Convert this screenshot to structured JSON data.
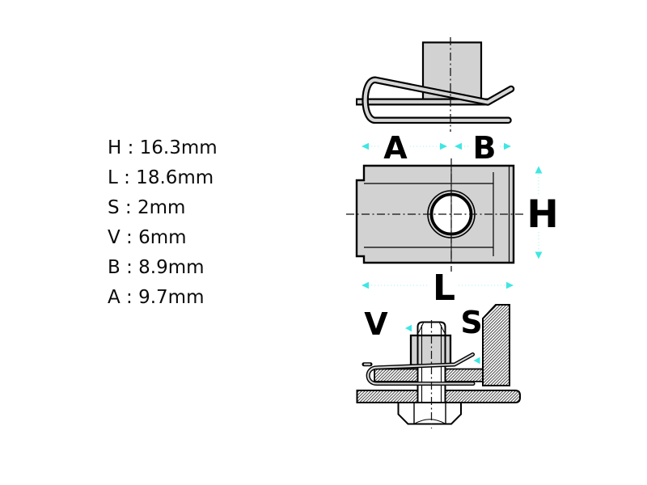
{
  "product": {
    "type_note": "technical drawing of sheet-metal clip nut (speed nut) with bolt installation section"
  },
  "dims": {
    "separator": " : ",
    "items": [
      {
        "label": "H",
        "value": "16.3mm",
        "text": "H : 16.3mm"
      },
      {
        "label": "L",
        "value": "18.6mm",
        "text": "L : 18.6mm"
      },
      {
        "label": "S",
        "value": "2mm",
        "text": "S : 2mm"
      },
      {
        "label": "V",
        "value": "6mm",
        "text": "V : 6mm"
      },
      {
        "label": "B",
        "value": "8.9mm",
        "text": "B : 8.9mm"
      },
      {
        "label": "A",
        "value": "9.7mm",
        "text": "A : 9.7mm"
      }
    ]
  },
  "views": {
    "side": {
      "label_a": "A",
      "label_b": "B"
    },
    "top": {
      "label_h": "H",
      "label_l": "L"
    },
    "section": {
      "label_v": "V",
      "label_s": "S"
    }
  },
  "colors": {
    "line": "#000000",
    "metal_gray": "#d2d2d2",
    "accent_cyan": "#3ee7e3",
    "background": "#ffffff"
  }
}
